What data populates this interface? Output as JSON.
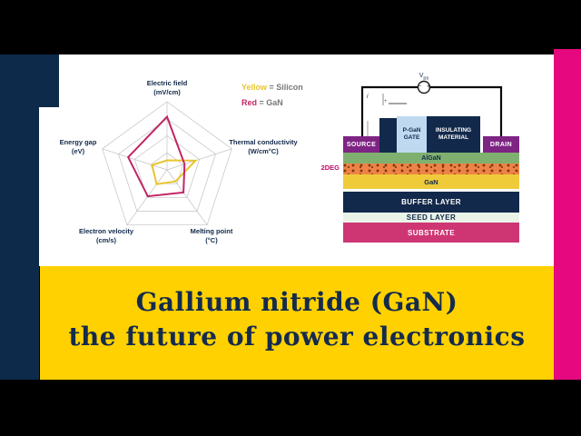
{
  "banner": {
    "title_line1": "Gallium nitride (GaN)",
    "title_line2": "the future of power electronics"
  },
  "colors": {
    "navy": "#0E2A4B",
    "banner_yellow": "#FFD100",
    "accent_pink": "#E5087E",
    "silicon_yellow": "#E9C52E",
    "gan_red": "#C32566"
  },
  "legend": {
    "row1": {
      "key": "Yellow",
      "rest": "= Silicon"
    },
    "row2": {
      "key": "Red",
      "rest": "= GaN"
    }
  },
  "chart_data": {
    "type": "radar",
    "axes": [
      {
        "label": "Electric field",
        "unit": "(mV/cm)"
      },
      {
        "label": "Thermal conductivity",
        "unit": "(W/cm°C)"
      },
      {
        "label": "Melting point",
        "unit": "(°C)"
      },
      {
        "label": "Electron velocity",
        "unit": "(cm/s)"
      },
      {
        "label": "Energy gap",
        "unit": "(eV)"
      }
    ],
    "rings": 4,
    "range": [
      0,
      1
    ],
    "grid_color": "#C2C2C2",
    "legend_position": "top-right",
    "series": [
      {
        "name": "Silicon",
        "color": "#E9C52E",
        "values": [
          0.14,
          0.44,
          0.21,
          0.26,
          0.23
        ]
      },
      {
        "name": "GaN",
        "color": "#C32566",
        "values": [
          0.78,
          0.27,
          0.41,
          0.48,
          0.6
        ]
      }
    ]
  },
  "device": {
    "supply": {
      "v": "V",
      "sub": "ps",
      "minus": "−",
      "plus": "+"
    },
    "annotation": {
      "current_label": "i",
      "plus_sign": "+"
    },
    "two_deg_label": "2DEG",
    "blocks": {
      "source": "SOURCE",
      "gate_line1": "P-GaN",
      "gate_line2": "GATE",
      "insulator_line1": "INSULATING",
      "insulator_line2": "MATERIAL",
      "drain": "DRAIN"
    },
    "layers": [
      {
        "label": "AlGaN",
        "bg": "#80B06F",
        "fg": "#13294B"
      },
      {
        "label": "",
        "bg": "#EE8345",
        "fg": ""
      },
      {
        "label": "GaN",
        "bg": "#EFCB3A",
        "fg": "#13294B"
      },
      {
        "label": "BUFFER LAYER",
        "bg": "#13294B",
        "fg": "#FFFFFF"
      },
      {
        "label": "SEED LAYER",
        "bg": "#E9F3E8",
        "fg": "#13294B"
      },
      {
        "label": "SUBSTRATE",
        "bg": "#CE3673",
        "fg": "#FFFFFF"
      }
    ]
  }
}
